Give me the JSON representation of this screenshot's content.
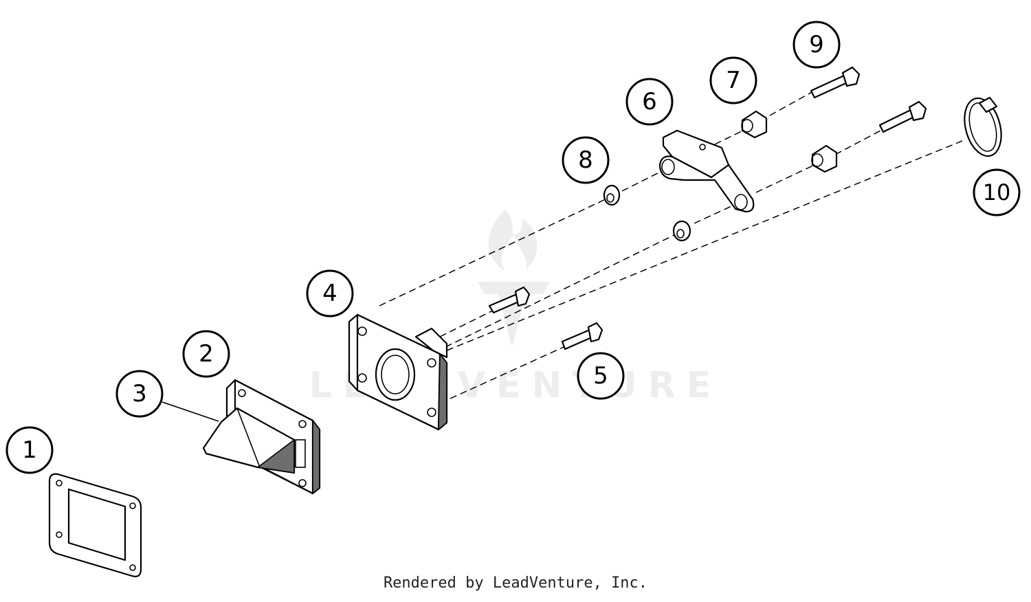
{
  "callouts": [
    {
      "id": "1",
      "label": "1"
    },
    {
      "id": "2",
      "label": "2"
    },
    {
      "id": "3",
      "label": "3"
    },
    {
      "id": "4",
      "label": "4"
    },
    {
      "id": "5",
      "label": "5"
    },
    {
      "id": "6",
      "label": "6"
    },
    {
      "id": "7",
      "label": "7"
    },
    {
      "id": "8",
      "label": "8"
    },
    {
      "id": "9",
      "label": "9"
    },
    {
      "id": "10",
      "label": "10"
    }
  ],
  "watermark": {
    "text": "LEADVENTURE"
  },
  "footer": {
    "text": "Rendered by LeadVenture, Inc."
  },
  "colors": {
    "line": "#000000",
    "background": "#ffffff",
    "watermark": "#ededed"
  }
}
